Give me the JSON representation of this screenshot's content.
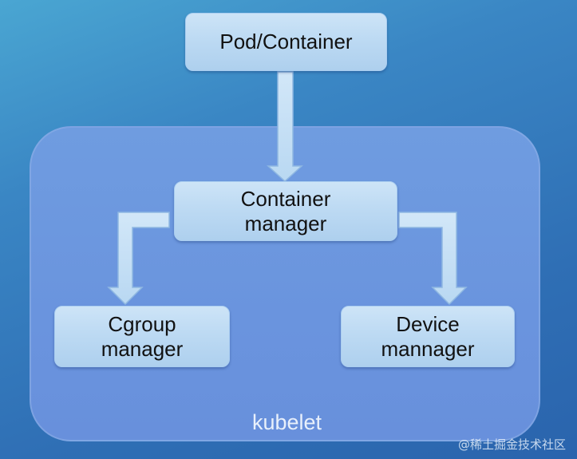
{
  "diagram": {
    "nodes": {
      "pod": {
        "lines": [
          "Pod/Container"
        ]
      },
      "container_manager": {
        "lines": [
          "Container",
          "manager"
        ]
      },
      "cgroup_manager": {
        "lines": [
          "Cgroup",
          "manager"
        ]
      },
      "device_manager": {
        "lines": [
          "Device",
          "mannager"
        ]
      }
    },
    "group_label": "kubelet",
    "edges": [
      {
        "from": "pod",
        "to": "container_manager"
      },
      {
        "from": "container_manager",
        "to": "cgroup_manager"
      },
      {
        "from": "container_manager",
        "to": "device_manager"
      }
    ]
  },
  "watermark": "@稀土掘金技术社区",
  "colors": {
    "background": "#3a86c4",
    "panel": "#6f9ce0",
    "box": "#c3def4",
    "arrow": "#c9e1f6",
    "text": "#111111"
  }
}
